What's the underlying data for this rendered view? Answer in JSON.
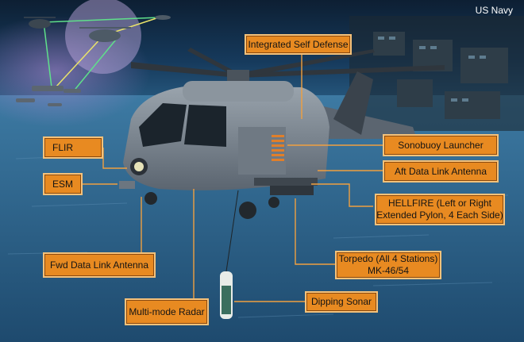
{
  "credit": "US Navy",
  "colors": {
    "label_fill": "#e88a21",
    "label_border": "#f6c27a",
    "leader_line": "#f0a040",
    "sea_dark": "#1e4a6e",
    "sky_dark": "#0d1f33"
  },
  "callouts": [
    {
      "key": "isd",
      "text": "Integrated Self Defense"
    },
    {
      "key": "flir",
      "text": "FLIR"
    },
    {
      "key": "esm",
      "text": "ESM"
    },
    {
      "key": "sonobuoy",
      "text": "Sonobuoy Launcher"
    },
    {
      "key": "aft_dl",
      "text": "Aft Data Link Antenna"
    },
    {
      "key": "hellfire",
      "text": "HELLFIRE (Left or Right Extended Pylon, 4 Each Side)"
    },
    {
      "key": "fwd_dl",
      "text": "Fwd Data Link Antenna"
    },
    {
      "key": "torpedo",
      "text": "Torpedo (All 4 Stations) MK-46/54"
    },
    {
      "key": "radar",
      "text": "Multi-mode Radar"
    },
    {
      "key": "sonar",
      "text": "Dipping Sonar"
    }
  ]
}
